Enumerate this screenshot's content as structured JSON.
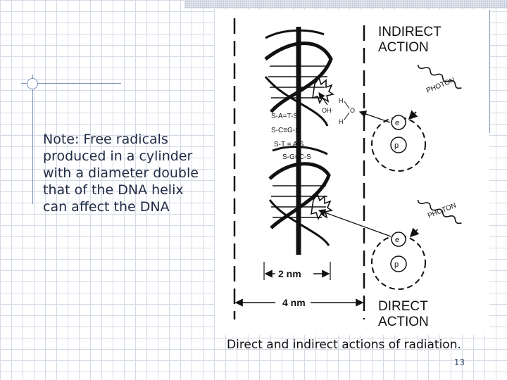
{
  "note": {
    "lines": [
      "Note: Free radicals",
      "produced in a cylinder",
      "with a diameter double",
      "that of the DNA helix",
      "can affect the DNA"
    ]
  },
  "figure": {
    "indirect_line1": "INDIRECT",
    "indirect_line2": "ACTION",
    "direct_line1": "DIRECT",
    "direct_line2": "ACTION",
    "photon_label": "PHOTON",
    "electron_label": "e",
    "proton_label": "p",
    "water_h1": "H",
    "water_o": "O",
    "water_h2": "H",
    "hydroxyl_label": "OH·",
    "base_pair_1": "S-A=T-S",
    "base_pair_2": "S-C≡G-S",
    "base_pair_3": "S-T = A S",
    "base_pair_4": "S-G≡C-S",
    "dim_2nm": "2 nm",
    "dim_4nm": "4 nm"
  },
  "caption": "Direct and indirect actions of radiation.",
  "page_number": "13"
}
